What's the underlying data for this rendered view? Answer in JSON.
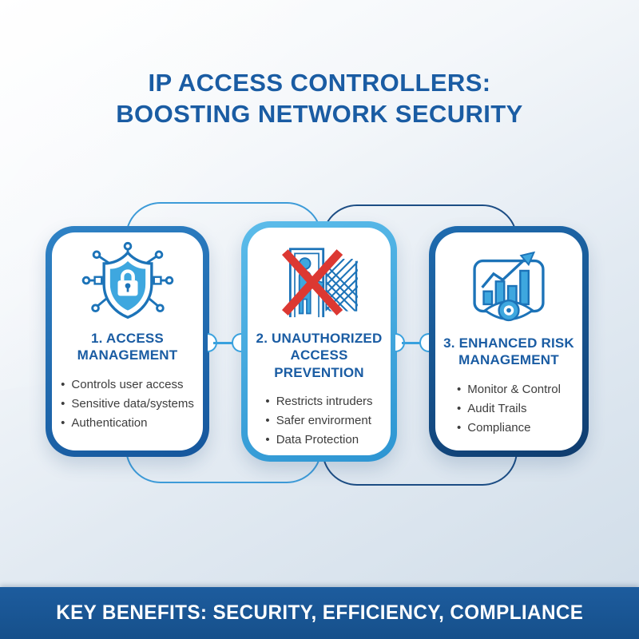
{
  "title": {
    "line1": "IP ACCESS CONTROLLERS:",
    "line2": "BOOSTING NETWORK SECURITY"
  },
  "cards": [
    {
      "icon": "shield-lock-circuit-icon",
      "heading_line1": "1. ACCESS",
      "heading_line2": "MANAGEMENT",
      "bullets": [
        "Controls user access",
        "Sensitive data/systems",
        "Authentication"
      ]
    },
    {
      "icon": "blocked-intruder-fence-icon",
      "heading_line1": "2. UNAUTHORIZED",
      "heading_line2": "ACCESS PREVENTION",
      "bullets": [
        "Restricts intruders",
        "Safer envirorment",
        "Data Protection"
      ]
    },
    {
      "icon": "chart-eye-monitoring-icon",
      "heading_line1": "3. ENHANCED RISK",
      "heading_line2": "MANAGEMENT",
      "bullets": [
        "Monitor & Control",
        "Audit Trails",
        "Compliance"
      ]
    }
  ],
  "banner": {
    "text": "KEY BENEFITS: SECURITY, EFFICIENCY, COMPLIANCE"
  },
  "colors": {
    "title_blue": "#1a5ca3",
    "card1_border": "#1e6fb7",
    "card2_border": "#45acdf",
    "card3_border": "#174f88",
    "icon_outline_blue": "#1c73b8",
    "icon_fill_blue": "#3ea7df",
    "cross_red": "#dc3832",
    "connector_blue": "#39a1de",
    "frame_light_blue": "#3d9bd8",
    "frame_navy": "#1c4d84",
    "banner_bg": "#1a5894",
    "bullet_text": "#3d3d3d"
  }
}
